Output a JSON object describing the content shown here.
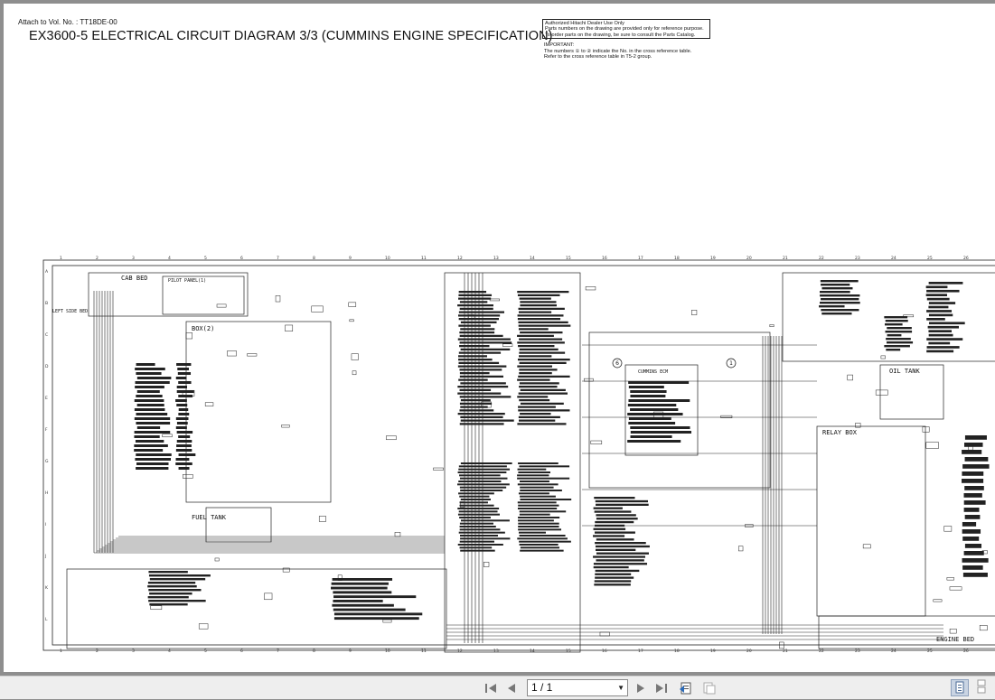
{
  "document": {
    "attach_ref": "Attach to Vol. No. : TT18DE-00",
    "title": "EX3600-5 ELECTRICAL CIRCUIT DIAGRAM  3/3 (CUMMINS ENGINE SPECIFICATION)",
    "notice_lines": [
      "Authorized Hitachi Dealer Use Only",
      "Parts numbers on the drawing are provided only for reference purpose.",
      "To order parts on the drawing, be sure to consult the Parts Catalog."
    ],
    "important_lines": [
      "IMPORTANT:",
      "The numbers ① to ② indicate the No. in the cross reference table.",
      "Refer to the cross reference table in T5-2 group."
    ]
  },
  "diagram": {
    "labels": {
      "cab_bed": "CAB BED",
      "pilot_panel": "PILOT PANEL(1)",
      "left_side_bed": "LEFT SIDE BED",
      "box2": "BOX(2)",
      "fuel_tank": "FUEL TANK",
      "cummins_ecm": "CUMMINS ECM",
      "relay_box": "RELAY BOX",
      "oil_tank": "OIL TANK",
      "engine_bed": "ENGINE BED",
      "ref_6": "6",
      "ref_1": "1"
    },
    "column_numbers": [
      "1",
      "2",
      "3",
      "4",
      "5",
      "6",
      "7",
      "8",
      "9",
      "10",
      "11",
      "12",
      "13",
      "14",
      "15",
      "16",
      "17",
      "18",
      "19",
      "20",
      "21",
      "22",
      "23",
      "24",
      "25",
      "26"
    ],
    "row_letters": [
      "A",
      "B",
      "C",
      "D",
      "E",
      "F",
      "G",
      "H",
      "I",
      "J",
      "K",
      "L"
    ]
  },
  "toolbar": {
    "page_indicator": "1 / 1",
    "icons": {
      "first": "first-page-icon",
      "prev": "previous-page-icon",
      "next": "next-page-icon",
      "last": "last-page-icon",
      "back": "go-back-icon",
      "forward": "go-forward-icon",
      "single": "single-page-view-icon",
      "continuous": "continuous-view-icon"
    }
  }
}
